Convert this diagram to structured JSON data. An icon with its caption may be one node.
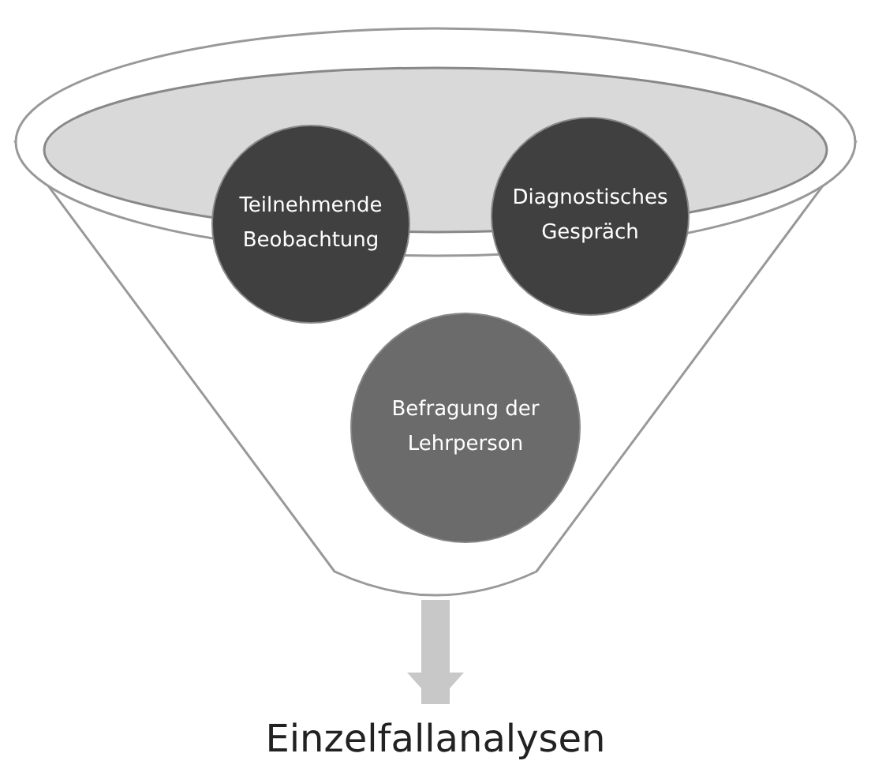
{
  "diagram": {
    "nodes": [
      {
        "text": [],
        "shape": "funnel"
      },
      {
        "text": [
          "Teilnehmende Beobachtung"
        ],
        "in": 0
      },
      {
        "text": [
          "Diagnostisches Gespräch"
        ],
        "in": 0
      },
      {
        "text": [
          "Befragung der Lehrperson"
        ],
        "in": 0
      },
      {
        "text": [
          "Einzelfallanalysen"
        ]
      }
    ],
    "edges": [
      {
        "from": 0,
        "to": 4,
        "arrow": "to"
      }
    ]
  }
}
